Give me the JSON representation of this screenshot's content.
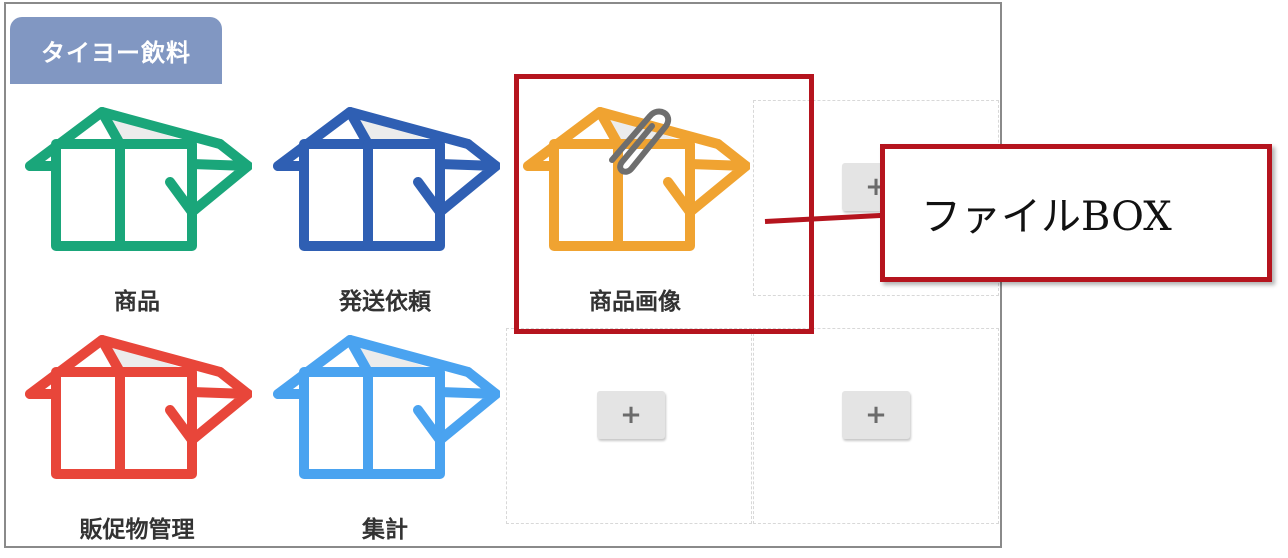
{
  "tab": {
    "label": "タイヨー飲料"
  },
  "tiles": [
    {
      "label": "商品",
      "color": "#1aa67a"
    },
    {
      "label": "発送依頼",
      "color": "#2f5fb3"
    },
    {
      "label": "商品画像",
      "color": "#f0a331",
      "attachment": "paperclip-icon"
    },
    {
      "label": "販促物管理",
      "color": "#e8463a"
    },
    {
      "label": "集計",
      "color": "#4aa3f0"
    }
  ],
  "add_button": {
    "label": "+"
  },
  "callout": {
    "text": "ファイルBOX",
    "color": "#b5141e"
  }
}
